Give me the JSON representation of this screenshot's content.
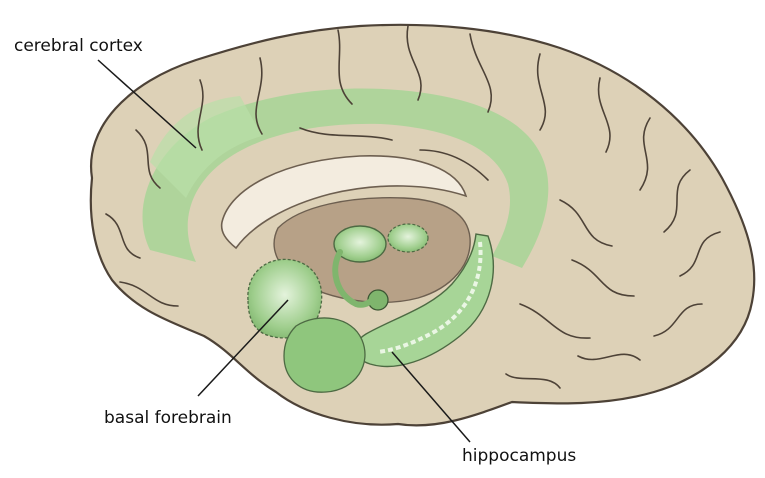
{
  "labels": {
    "cerebral_cortex": "cerebral cortex",
    "basal_forebrain": "basal forebrain",
    "hippocampus": "hippocampus"
  },
  "colors": {
    "brain_tissue": "#ddd1b7",
    "brain_outline": "#4d4237",
    "highlight_green": "#a7d597",
    "ventricle": "#f3ecdf",
    "thalamus": "#b7a187",
    "leader_line": "#1a1a1a"
  }
}
